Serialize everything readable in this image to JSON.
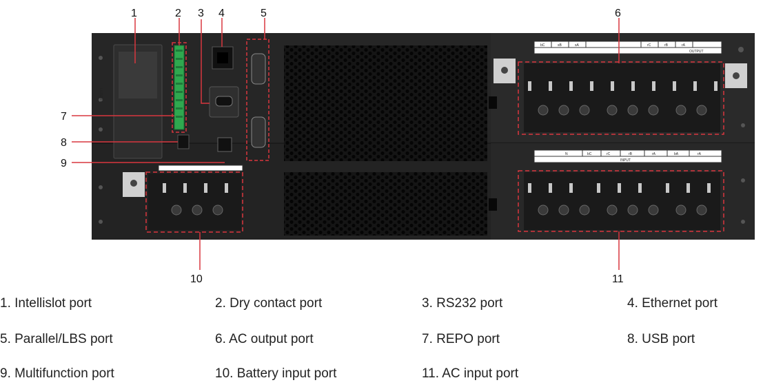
{
  "callouts": [
    "1",
    "2",
    "3",
    "4",
    "5",
    "6",
    "7",
    "8",
    "9",
    "10",
    "11"
  ],
  "terminal_labels": {
    "output": [
      "bC",
      "sB",
      "sA",
      "rC",
      "rB",
      "rA"
    ],
    "output_title": "OUTPUT",
    "input": [
      "N",
      "bC",
      "rC",
      "rB",
      "rA",
      "bA",
      "rA"
    ],
    "input_title": "INPUT"
  },
  "legend": [
    "1. Intellislot port",
    "2. Dry contact port",
    "3. RS232 port",
    "4. Ethernet port",
    "5. Parallel/LBS port",
    "6. AC output port",
    "7. REPO port",
    "8. USB port",
    "9. Multifunction port",
    "10. Battery input port",
    "11. AC input port"
  ],
  "colors": {
    "chassis": "#222222",
    "callout_box": "#d9363e",
    "terminal_green": "#2fa84f",
    "bracket": "#cfcfcf"
  }
}
